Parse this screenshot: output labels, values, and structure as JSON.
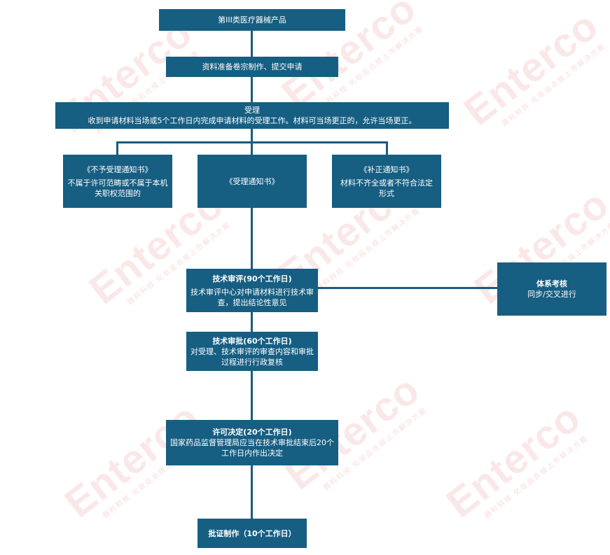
{
  "watermark": {
    "brand": "Enterco",
    "tagline": "器科科技 化妆品合规上市解决方案"
  },
  "nodes": {
    "product": {
      "title": "第III类医疗器械产品"
    },
    "prepare": {
      "title": "资料准备卷宗制作、提交申请"
    },
    "accept": {
      "title": "受理",
      "desc": "收到申请材料当场或5个工作日内完成申请材料的受理工作。材料可当场更正的，允许当场更正。"
    },
    "reject": {
      "title": "《不予受理通知书》",
      "desc": "不属于许可范畴或不属于本机关职权范围的"
    },
    "acceptNotice": {
      "title": "《受理通知书》"
    },
    "supplement": {
      "title": "《补正通知书》",
      "desc": "材料不齐全或者不符合法定形式"
    },
    "techReview": {
      "title": "技术审评(90个工作日)",
      "desc": "技术审评中心对申请材料进行技术审查，提出结论性意见"
    },
    "system": {
      "title": "体系考核",
      "desc": "同步/交叉进行"
    },
    "techApprove": {
      "title": "技术审批(60个工作日)",
      "desc": "对受理、技术审评的审查内容和审批过程进行行政复核"
    },
    "decision": {
      "title": "许可决定(20个工作日)",
      "desc": "国家药品监督管理局应当在技术审批结束后20个工作日内作出决定"
    },
    "certificate": {
      "title": "批证制作（10个工作日）"
    }
  }
}
